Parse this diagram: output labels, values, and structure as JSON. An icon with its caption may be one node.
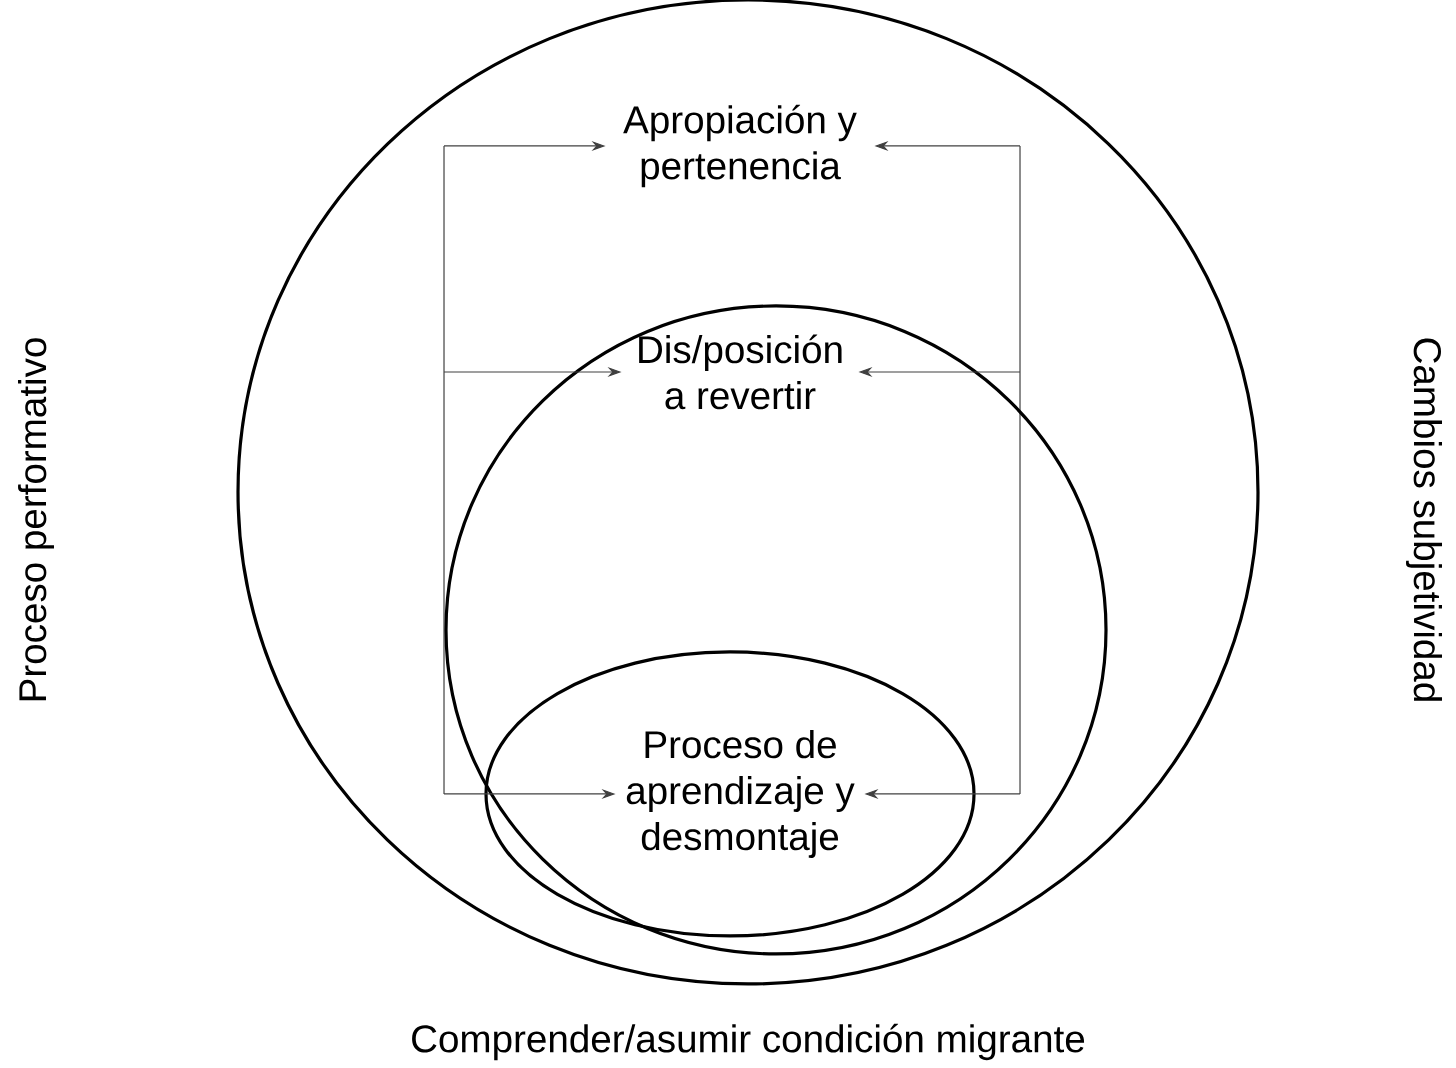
{
  "diagram": {
    "nodes": [
      {
        "text": [],
        "shape": "circle"
      },
      {
        "text": [],
        "shape": "circle",
        "in": 0
      },
      {
        "text": [],
        "shape": "circle",
        "in": 1
      },
      {
        "text": [
          "Apropiación y pertenencia"
        ],
        "in": 0
      },
      {
        "text": [
          "Dis/posición a revertir"
        ],
        "in": 1
      },
      {
        "text": [
          "Proceso de aprendizaje y desmontaje"
        ],
        "in": 2
      }
    ],
    "edges": [
      {
        "from": null,
        "to": 3,
        "arrow": "to"
      },
      {
        "from": null,
        "to": 4,
        "arrow": "to"
      },
      {
        "from": null,
        "to": 5,
        "arrow": "to"
      },
      {
        "from": null,
        "to": 3,
        "arrow": "to"
      },
      {
        "from": null,
        "to": 4,
        "arrow": "to"
      },
      {
        "from": null,
        "to": 5,
        "arrow": "to"
      }
    ],
    "labels": [
      "Proceso performativo",
      "Cambios subjetividad",
      "Comprender/asumir condición migrante"
    ]
  }
}
